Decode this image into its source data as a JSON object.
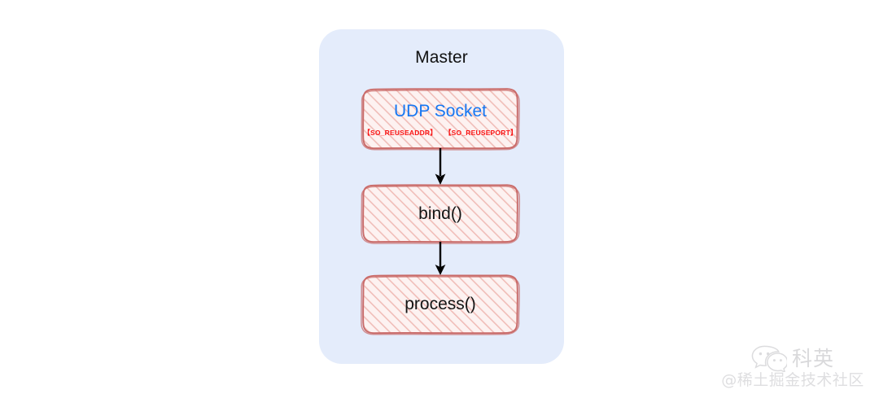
{
  "diagram": {
    "panel_title": "Master",
    "panel_color": "#e4ecfb",
    "node_border_color": "#c96a68",
    "node_hatch_color": "#f0bdb8",
    "arrow_color": "#000000",
    "nodes": [
      {
        "id": "udp-socket",
        "title": "UDP Socket",
        "title_color": "#1677f2",
        "options": [
          "【SO_REUSEADDR】",
          "【SO_REUSEPORT】"
        ],
        "option_color": "#fa1414"
      },
      {
        "id": "bind",
        "title": "bind()",
        "title_color": "#141414",
        "options": []
      },
      {
        "id": "process",
        "title": "process()",
        "title_color": "#141414",
        "options": []
      }
    ],
    "edges": [
      {
        "from": "udp-socket",
        "to": "bind"
      },
      {
        "from": "bind",
        "to": "process"
      }
    ]
  },
  "watermark": {
    "icon": "wechat-logo-icon",
    "name": "科英",
    "handle": "@稀土掘金技术社区",
    "color": "#dedee0"
  }
}
